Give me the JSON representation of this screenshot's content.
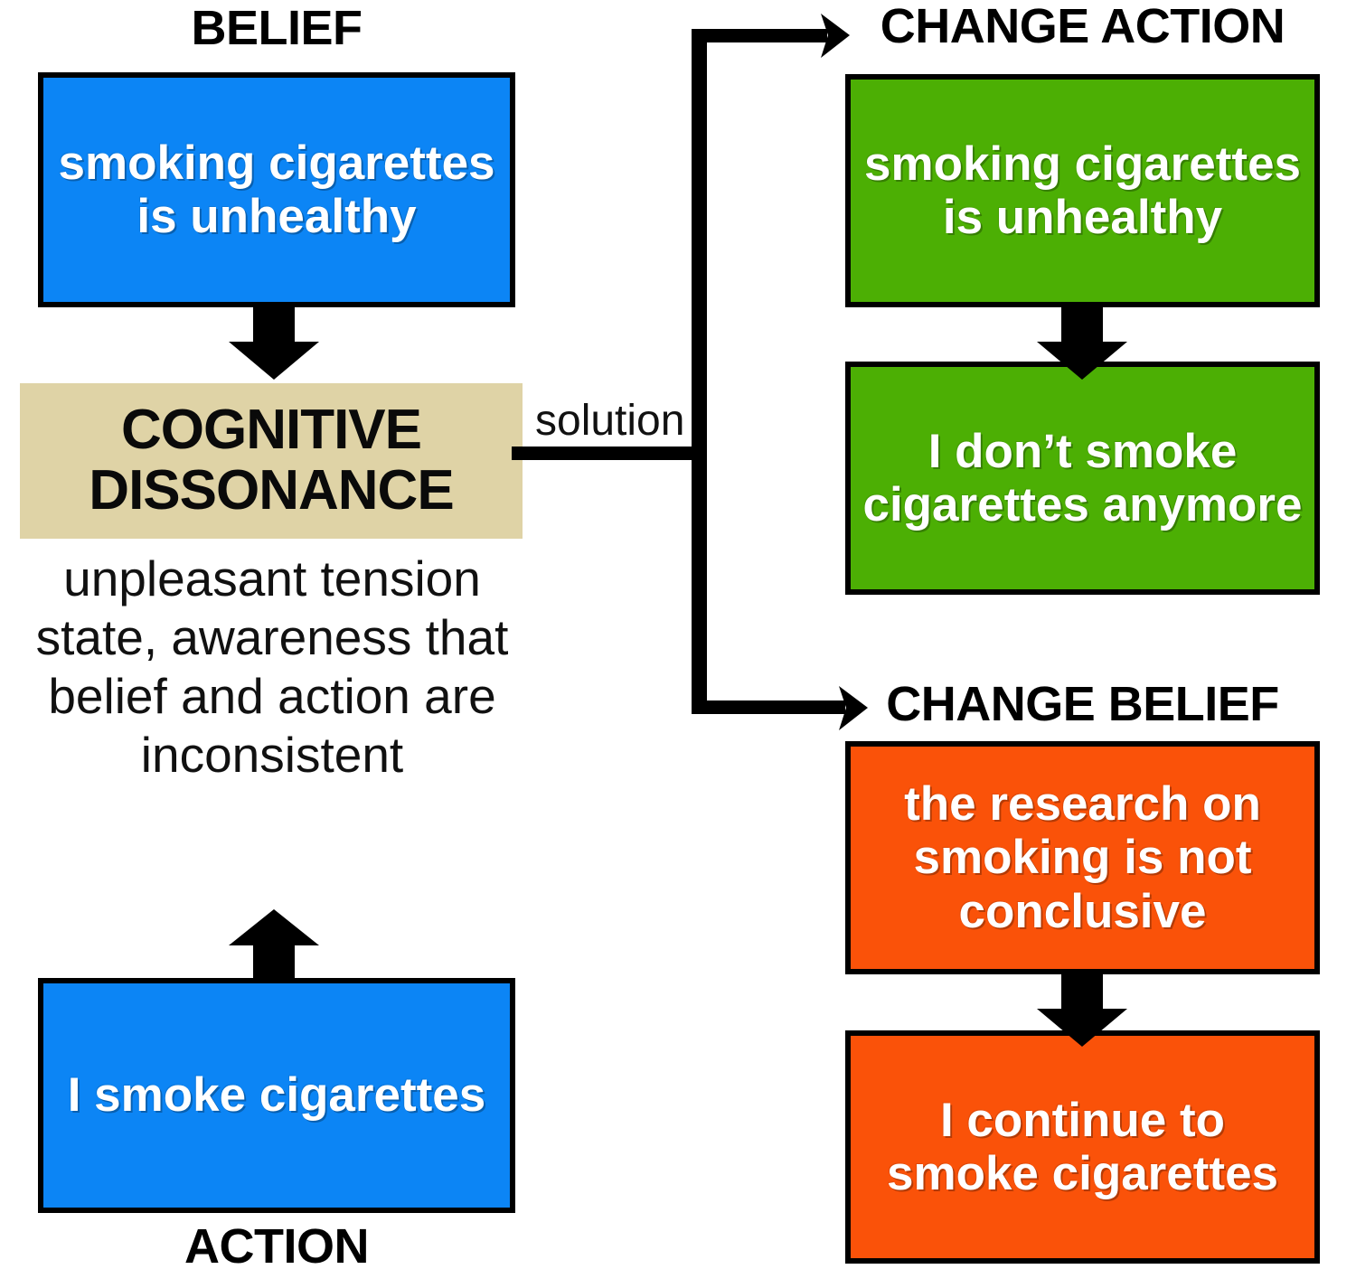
{
  "diagram": {
    "title_belief": "BELIEF",
    "title_action": "ACTION",
    "title_change_action": "CHANGE ACTION",
    "title_change_belief": "CHANGE BELIEF",
    "connector_label": "solution",
    "center": {
      "heading_line1": "COGNITIVE",
      "heading_line2": "DISSONANCE",
      "description": "unpleasant tension state, awareness that belief and action are inconsistent"
    },
    "nodes": {
      "belief_box": "smoking cigarettes is unhealthy",
      "action_box": "I smoke cigarettes",
      "change_action_belief": "smoking cigarettes is unhealthy",
      "change_action_behavior": "I don’t smoke cigarettes anymore",
      "change_belief_belief": "the research on smoking is not conclusive",
      "change_belief_behavior": "I continue to smoke cigarettes"
    },
    "colors": {
      "belief_blue": "#0C85F5",
      "dissonance_beige": "#DFD3A6",
      "change_action_green": "#4CAF04",
      "change_belief_orange": "#FA5209",
      "outline_black": "#000000",
      "background_white": "#FFFFFF"
    }
  }
}
